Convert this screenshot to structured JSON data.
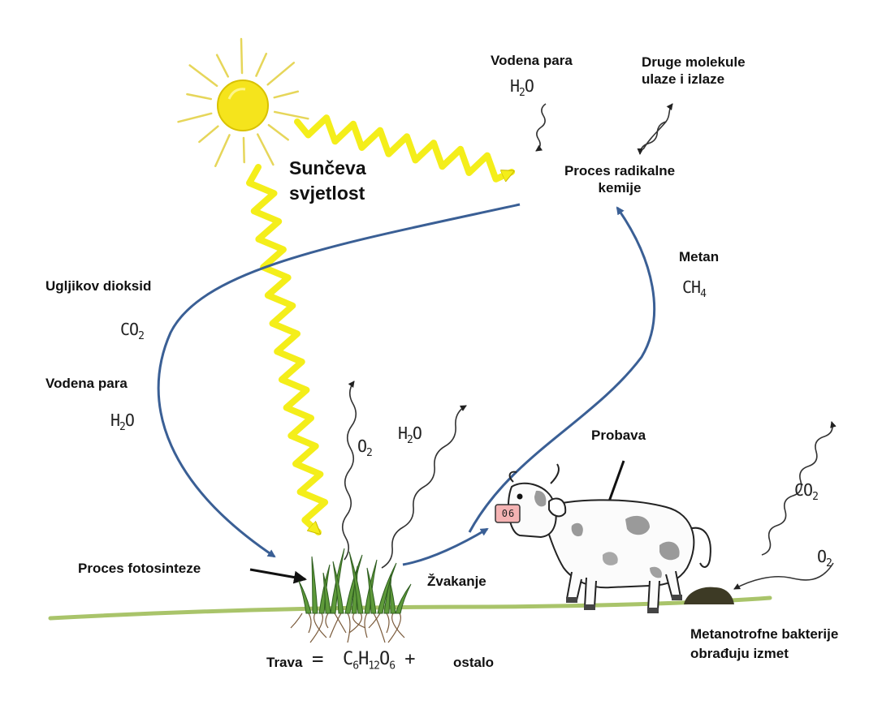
{
  "labels": {
    "sunlight": "Sunčeva svjetlost",
    "vapor_top": "Vodena para",
    "other_molecules": "Druge molekule ulaze i izlaze",
    "radical_process": "Proces radikalne kemije",
    "methane": "Metan",
    "co2_left": "Ugljikov dioksid",
    "vapor_left": "Vodena para",
    "digestion": "Probava",
    "photosynthesis": "Proces fotosinteze",
    "chewing": "Žvakanje",
    "grass": "Trava",
    "rest": "ostalo",
    "bacteria": "Metanotrofne bakterije obrađuju izmet"
  },
  "formulas": {
    "h2o": [
      "H",
      "2",
      "O"
    ],
    "ch4": [
      "CH",
      "4"
    ],
    "co2": [
      "CO",
      "2"
    ],
    "o2": [
      "O",
      "2"
    ],
    "glucose": [
      "C",
      "6",
      "H",
      "12",
      "O",
      "6",
      " +"
    ],
    "equals": "="
  },
  "tag": "06",
  "colors": {
    "sun": "#f5e41c",
    "sun_outline": "#d9c200",
    "light_wave": "#f4ee1a",
    "flow_arrow": "#3a5f95",
    "ground": "#a9c46a",
    "grass": "#5e9a3a",
    "dung": "#3d3a25"
  }
}
